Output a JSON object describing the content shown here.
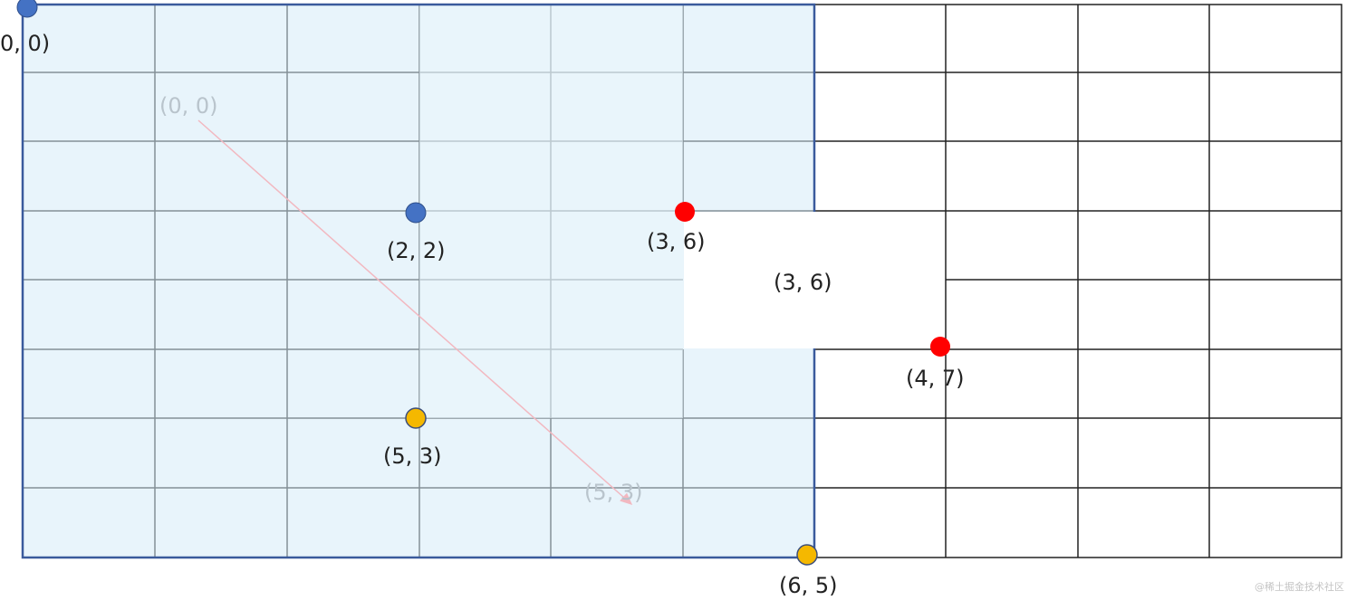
{
  "labels": {
    "origin_top": "0,  0)",
    "origin_faint": "(0,  0)",
    "p22": "(2,  2)",
    "p36": "(3,  6)",
    "p36_block": "(3,  6)",
    "p47": "(4,  7)",
    "p53": "(5,  3)",
    "p53_faint": "(5,  3)",
    "p65": "(6,  5)"
  },
  "watermark": "@稀土掘金技术社区",
  "colors": {
    "grid": "#222222",
    "shade_fill": "#d6ebf7",
    "region_border": "#3a5a9c",
    "blue_point": "#4472c4",
    "red_point": "#ff0000",
    "yellow_point": "#f5b800",
    "arrow": "#f2b8c0"
  }
}
